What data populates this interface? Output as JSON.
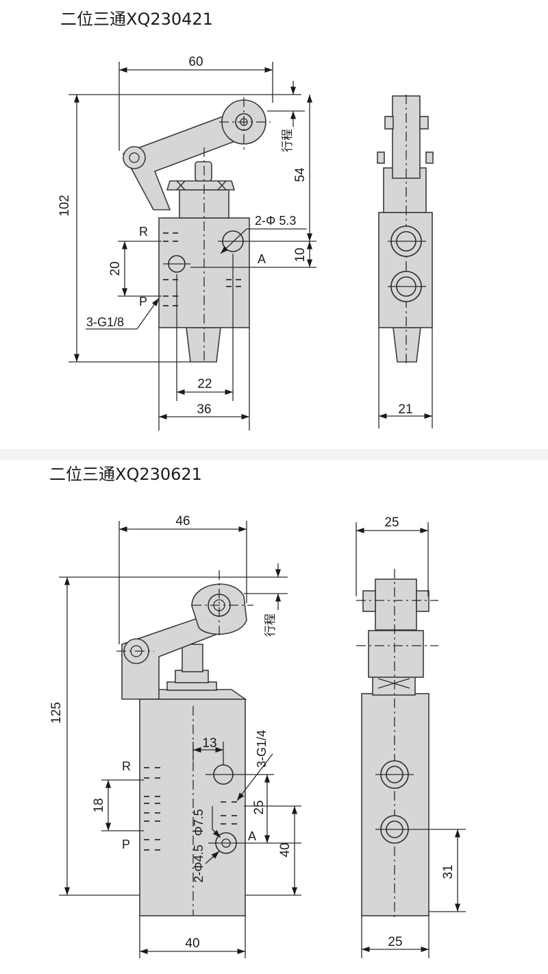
{
  "valve_1": {
    "title": "二位三通XQ230421",
    "dims": {
      "width_top": "60",
      "height_total": "102",
      "stroke_label": "行程",
      "height_54": "54",
      "hole_label": "2-Φ 5.3",
      "spacing_10": "10",
      "port_spacing": "20",
      "thread_label": "3-G1/8",
      "width_22": "22",
      "width_36": "36",
      "side_width": "21"
    },
    "ports": {
      "r": "R",
      "a": "A",
      "p": "P"
    }
  },
  "valve_2": {
    "title": "二位三通XQ230621",
    "dims": {
      "width_top": "46",
      "height_total": "125",
      "stroke_label": "行程",
      "side_width_top": "25",
      "width_13": "13",
      "thread_label": "3-G1/4",
      "port_spacing": "18",
      "dim_25": "25",
      "dim_phi": "Φ7.5",
      "hole_label": "2-Φ4.5",
      "dim_40_v": "40",
      "width_40": "40",
      "side_width_bottom": "25",
      "dim_31": "31"
    },
    "ports": {
      "r": "R",
      "a": "A",
      "p": "P"
    }
  }
}
